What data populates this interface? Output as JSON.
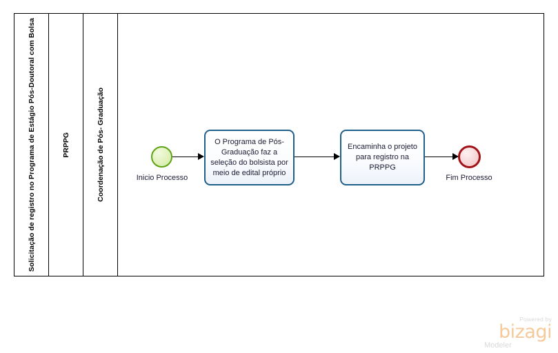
{
  "diagram": {
    "type": "bpmn-process",
    "pool": {
      "name": "Solicitação de registro no Programa de Estágio Pós-Doutoral com Bolsa"
    },
    "lanes": [
      {
        "id": "lane-prppg",
        "name": "PRPPG"
      },
      {
        "id": "lane-coordenacao",
        "name": "Coordenação de Pós- Graduação"
      }
    ],
    "events": [
      {
        "id": "start-event",
        "kind": "start-event",
        "label": "Inicio Processo",
        "color": "#5FA315"
      },
      {
        "id": "end-event",
        "kind": "end-event",
        "label": "Fim Processo",
        "color": "#A21219"
      }
    ],
    "tasks": [
      {
        "id": "task-1",
        "label": "O Programa de Pós-Graduação faz a seleção do bolsista por meio de edital próprio",
        "border_color": "#1F5F8B"
      },
      {
        "id": "task-2",
        "label": "Encaminha o projeto para registro na PRPPG",
        "border_color": "#1F5F8B"
      }
    ],
    "flows": [
      {
        "id": "flow-1",
        "from": "start-event",
        "to": "task-1"
      },
      {
        "id": "flow-2",
        "from": "task-1",
        "to": "task-2"
      },
      {
        "id": "flow-3",
        "from": "task-2",
        "to": "end-event"
      }
    ]
  },
  "watermark": {
    "powered_by": "Powered by",
    "wordmark": "bizagi",
    "product": "Modeler",
    "wordmark_color": "#f5c99a",
    "text_color": "#d9d9d9"
  }
}
